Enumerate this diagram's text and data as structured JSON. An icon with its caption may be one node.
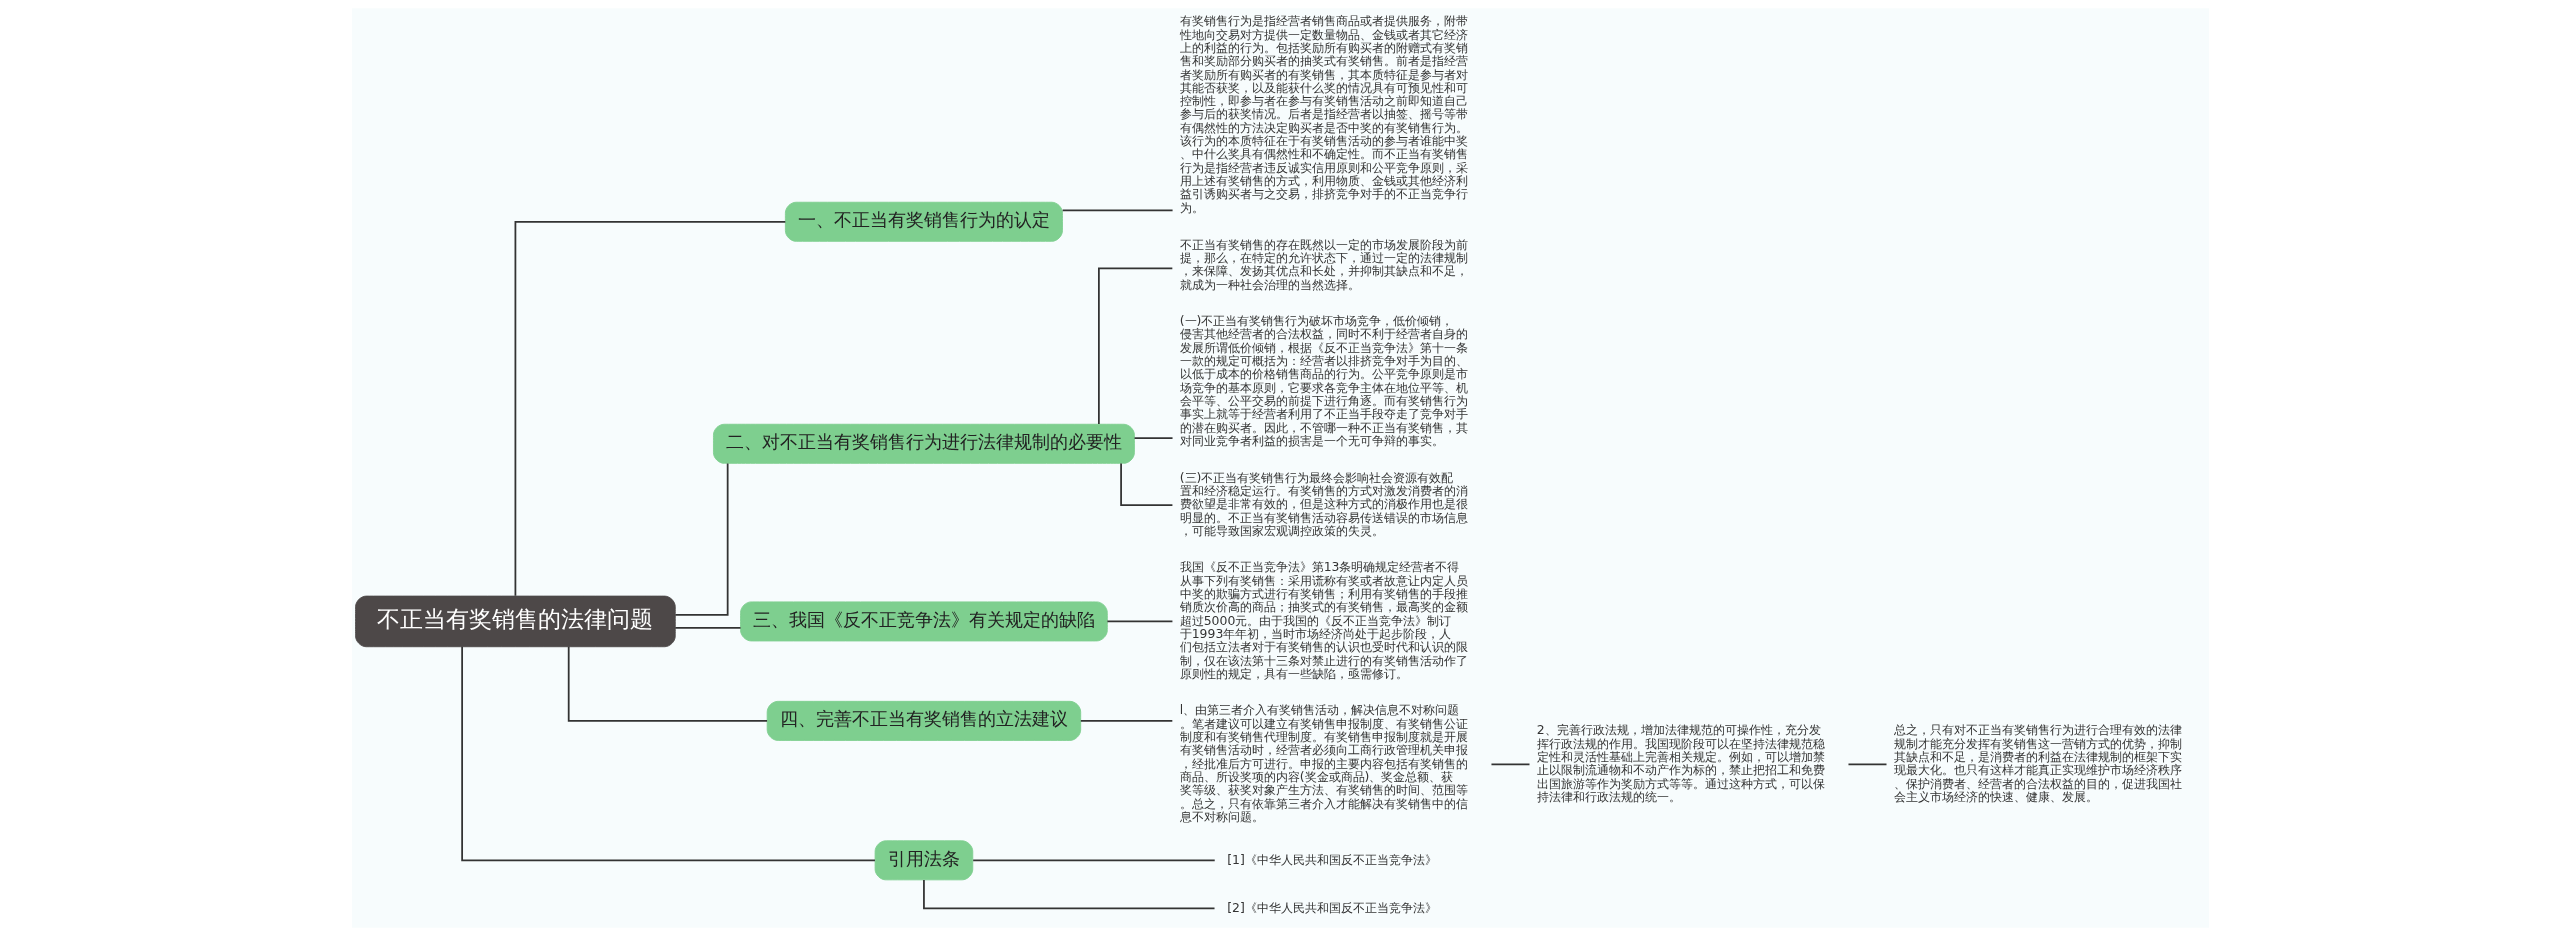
{
  "diagram": {
    "nodes": [
      {
        "text": [
          "不正当有奖销售的法律问题"
        ]
      },
      {
        "text": [
          "一、不正当有奖销售行为的认定"
        ]
      },
      {
        "text": [
          "有奖销售行为是指经营者销售商品或者提供服务，附带性地向交易对方提供一定数量物品、金钱或者其它经济上的利益的行为。包括奖励所有购买者的附赠式有奖销售和奖励部分购买者的抽奖式有奖销售。前者是指经营者奖励所有购买者的有奖销售，其本质特征是参与者对其能否获奖，以及能获什么奖的情况具有可预见性和可控制性，即参与者在参与有奖销售活动之前即知道自己参与后的获奖情况。后者是指经营者以抽签、摇号等带有偶然性的方法决定购买者是否中奖的有奖销售行为。该行为的本质特征在于有奖销售活动的参与者谁能中奖、中什么奖具有偶然性和不确定性。而不正当有奖销售行为是指经营者违反诚实信用原则和公平竞争原则，采用上述有奖销售的方式，利用物质、金钱或其他经济利益引诱购买者与之交易，排挤竞争对手的不正当竞争行为。"
        ]
      },
      {
        "text": [
          "二、对不正当有奖销售行为进行法律规制的必要性"
        ]
      },
      {
        "text": [
          "不正当有奖销售的存在既然以一定的市场发展阶段为前提，那么，在特定的允许状态下，通过一定的法律规制，来保障、发扬其优点和长处，并抑制其缺点和不足，就成为一种社会治理的当然选择。"
        ]
      },
      {
        "text": [
          "(一)不正当有奖销售行为破坏市场竞争，低价倾销，侵害其他经营者的合法权益，同时不利于经营者自身的发展所谓低价倾销，根据《反不正当竞争法》第十一条一款的规定可概括为：经营者以排挤竞争对手为目的、以低于成本的价格销售商品的行为。公平竞争原则是市场竞争的基本原则，它要求各竞争主体在地位平等、机会平等、公平交易的前提下进行角逐。而有奖销售行为事实上就等于经营者利用了不正当手段夺走了竞争对手的潜在购买者。因此，不管哪一种不正当有奖销售，其对同业竞争者利益的损害是一个无可争辩的事实。"
        ]
      },
      {
        "text": [
          "(三)不正当有奖销售行为最终会影响社会资源有效配置和经济稳定运行。有奖销售的方式对激发消费者的消费欲望是非常有效的，但是这种方式的消极作用也是很明显的。不正当有奖销售活动容易传送错误的市场信息，可能导致国家宏观调控政策的失灵。"
        ]
      },
      {
        "text": [
          "三、我国《反不正竞争法》有关规定的缺陷"
        ]
      },
      {
        "text": [
          "我国《反不正当竞争法》第13条明确规定经营者不得从事下列有奖销售：采用谎称有奖或者故意让内定人员中奖的欺骗方式进行有奖销售；利用有奖销售的手段推销质次价高的商品；抽奖式的有奖销售，最高奖的金额超过5000元。由于我国的《反不正当竞争法》制订于1993年年初，当时市场经济尚处于起步阶段，人们包括立法者对于有奖销售的认识也受时代和认识的限制，仅在该法第十三条对禁止进行的有奖销售活动作了原则性的规定，具有一些缺陷，亟需修订。"
        ]
      },
      {
        "text": [
          "四、完善不正当有奖销售的立法建议"
        ]
      },
      {
        "text": [
          "l、由第三者介入有奖销售活动，解决信息不对称问题。笔者建议可以建立有奖销售申报制度、有奖销售公证制度和有奖销售代理制度。有奖销售申报制度就是开展有奖销售活动时，经营者必须向工商行政管理机关申报，经批准后方可进行。申报的主要内容包括有奖销售的商品、所设奖项的内容(奖金或商品)、奖金总额、获奖等级、获奖对象产生方法、有奖销售的时间、范围等。总之，只有依靠第三者介入才能解决有奖销售中的信息不对称问题。"
        ]
      },
      {
        "text": [
          "2、完善行政法规，增加法律规范的可操作性，充分发挥行政法规的作用。我国现阶段可以在坚持法律规范稳定性和灵活性基础上完善相关规定。例如，可以增加禁止以限制流通物和不动产作为标的，禁止把招工和免费出国旅游等作为奖励方式等等。通过这种方式，可以保持法律和行政法规的统一。"
        ]
      },
      {
        "text": [
          "总之，只有对不正当有奖销售行为进行合理有效的法律规制才能充分发挥有奖销售这一营销方式的优势，抑制其缺点和不足，是消费者的利益在法律规制的框架下实现最大化。也只有这样才能真正实现维护市场经济秩序、保护消费者、经营者的合法权益的目的，促进我国社会主义市场经济的快速、健康、发展。"
        ]
      },
      {
        "text": [
          "引用法条"
        ]
      },
      {
        "text": [
          "[1]《中华人民共和国反不正当竞争法》"
        ]
      },
      {
        "text": [
          "[2]《中华人民共和国反不正当竞争法》"
        ]
      }
    ],
    "edges": [
      {
        "from": 0,
        "to": 1,
        "arrow": "none"
      },
      {
        "from": 1,
        "to": 2,
        "arrow": "none"
      },
      {
        "from": 0,
        "to": 3,
        "arrow": "none"
      },
      {
        "from": 3,
        "to": 4,
        "arrow": "none"
      },
      {
        "from": 3,
        "to": 5,
        "arrow": "none"
      },
      {
        "from": 3,
        "to": 6,
        "arrow": "none"
      },
      {
        "from": 0,
        "to": 7,
        "arrow": "none"
      },
      {
        "from": 7,
        "to": 8,
        "arrow": "none"
      },
      {
        "from": 0,
        "to": 9,
        "arrow": "none"
      },
      {
        "from": 9,
        "to": 10,
        "arrow": "none"
      },
      {
        "from": 10,
        "to": 11,
        "arrow": "none"
      },
      {
        "from": 11,
        "to": 12,
        "arrow": "none"
      },
      {
        "from": 0,
        "to": 13,
        "arrow": "none"
      },
      {
        "from": 13,
        "to": 14,
        "arrow": "none"
      },
      {
        "from": 13,
        "to": 15,
        "arrow": "none"
      }
    ]
  }
}
